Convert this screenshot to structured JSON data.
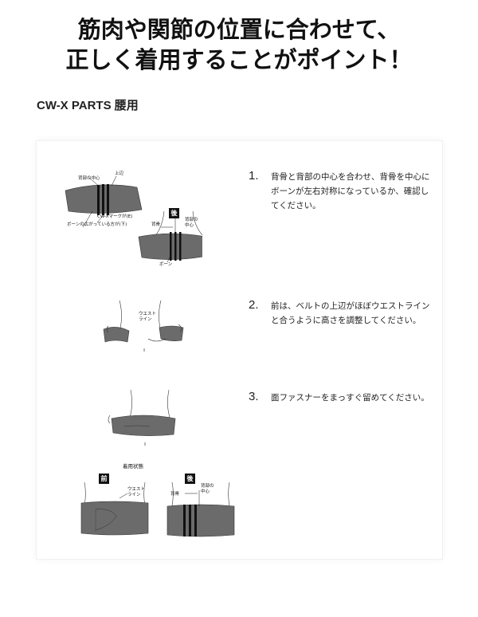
{
  "headline": {
    "line1": "筋肉や関節の位置に合わせて、",
    "line2": "正しく着用することがポイント！"
  },
  "section_title": "CW-X PARTS 腰用",
  "steps": [
    {
      "number": "1.",
      "text": "背骨と背部の中心を合わせ、背骨を中心にボーンが左右対称になっているか、確認してください。"
    },
    {
      "number": "2.",
      "text": "前は、ベルトの上辺がほぼウエストラインと合うように高さを調整してください。"
    },
    {
      "number": "3.",
      "text": "面ファスナーをまっすぐ留めてください。"
    }
  ],
  "illustration_labels": {
    "fig1_center_back": "背部の中心",
    "fig1_top_edge": "上辺",
    "fig1_mark": "CW-Xマークが(E)",
    "fig1_bone_wide": "ボーンの広がっている方が(下)",
    "fig1_back_tag": "後",
    "fig1_spine": "背骨",
    "fig1_center_back2": "背部の\n中心",
    "fig1_bone": "ボーン",
    "fig2_waist": "ウエスト\nライン",
    "fig4_status": "着用状態",
    "fig4_front_tag": "前",
    "fig4_back_tag": "後",
    "fig4_waist": "ウエスト\nライン",
    "fig4_spine": "背骨",
    "fig4_center_back": "背部の\n中心"
  },
  "colors": {
    "belt": "#6b6b6b",
    "belt_dark": "#4a4a4a",
    "stripe": "#111111",
    "tag_bg": "#111111"
  }
}
